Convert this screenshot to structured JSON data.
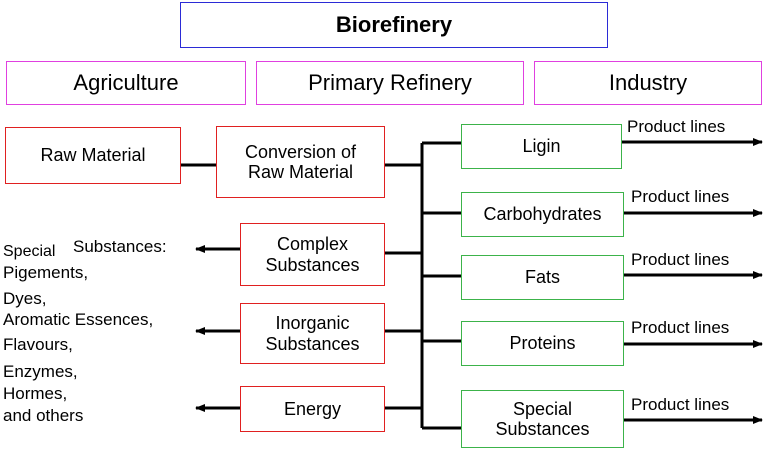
{
  "header": {
    "title": "Biorefinery"
  },
  "categories": {
    "agriculture": "Agriculture",
    "primary_refinery": "Primary Refinery",
    "industry": "Industry"
  },
  "nodes": {
    "raw_material": "Raw Material",
    "conversion_line1": "Conversion of",
    "conversion_line2": "Raw Material",
    "complex_line1": "Complex",
    "complex_line2": "Substances",
    "inorganic_line1": "Inorganic",
    "inorganic_line2": "Substances",
    "energy": "Energy"
  },
  "products": {
    "ligin": "Ligin",
    "carbohydrates": "Carbohydrates",
    "fats": "Fats",
    "proteins": "Proteins",
    "special_line1": "Special",
    "special_line2": "Substances"
  },
  "product_lines": [
    "Product lines",
    "Product lines",
    "Product lines",
    "Product lines",
    "Product lines"
  ],
  "special_substances_list": {
    "prefix": "Special",
    "heading": "Substances:",
    "items": [
      "Pigements,",
      "Dyes,",
      "Aromatic Essences,",
      "Flavours,",
      "Enzymes,",
      "Hormes,",
      "and others"
    ]
  }
}
